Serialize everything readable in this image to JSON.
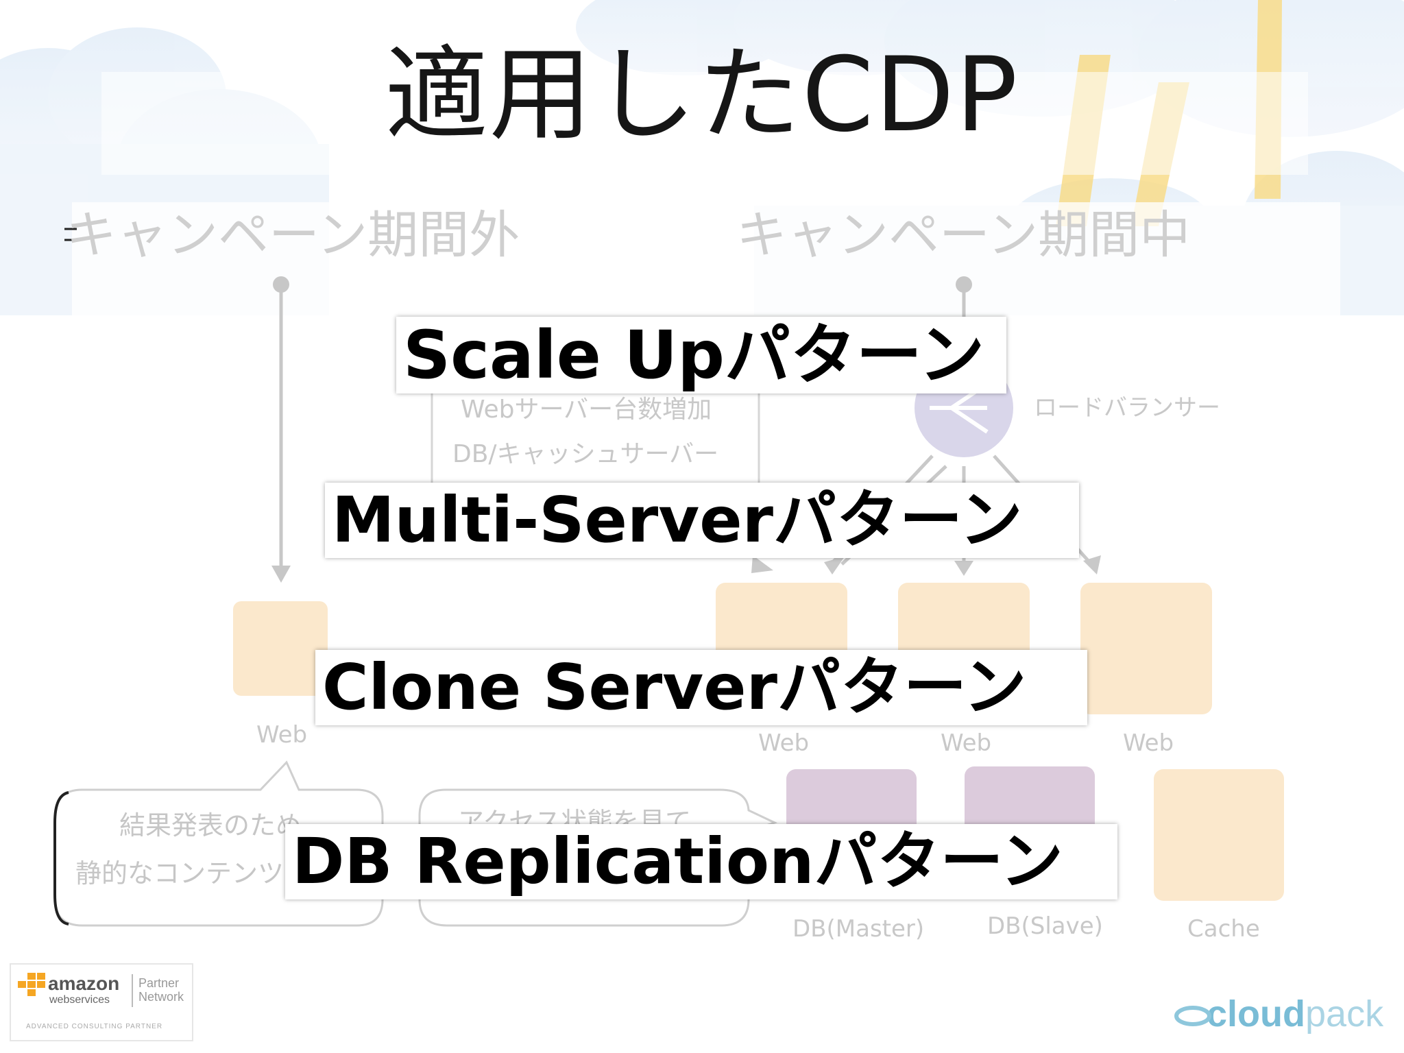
{
  "slide": {
    "title": "適用したCDP",
    "left_header": "キャンペーン期間外",
    "right_header": "キャンペーン期間中"
  },
  "diagram": {
    "scaleup_line1": "Webサーバー台数増加",
    "scaleup_line2": "DB/キャッシュサーバー",
    "loadbalancer_label": "ロードバランサー",
    "web_left": "Web",
    "web_1": "Web",
    "web_2": "Web",
    "web_3": "Web",
    "db_master": "DB(Master)",
    "db_slave": "DB(Slave)",
    "cache": "Cache",
    "bubble1_line1": "結果発表のため",
    "bubble1_line2": "静的なコンテンツ",
    "bubble2_line1": "アクセス状態を見て"
  },
  "banners": [
    "Scale Upパターン",
    "Multi-Serverパターン",
    "Clone Serverパターン",
    "DB Replicationパターン"
  ],
  "logos": {
    "aws_name": "amazon",
    "aws_sub": "webservices",
    "aws_partner_1": "Partner",
    "aws_partner_2": "Network",
    "aws_tagline": "ADVANCED CONSULTING PARTNER",
    "cloudpack_1": "cloud",
    "cloudpack_2": "pack"
  },
  "colors": {
    "web_box": "#fbe8cc",
    "db_box": "#dccbdc",
    "faded_text": "#c8c8c8",
    "cloud_blue": "#dceaf6",
    "beam_yellow": "#f8dc8a"
  }
}
